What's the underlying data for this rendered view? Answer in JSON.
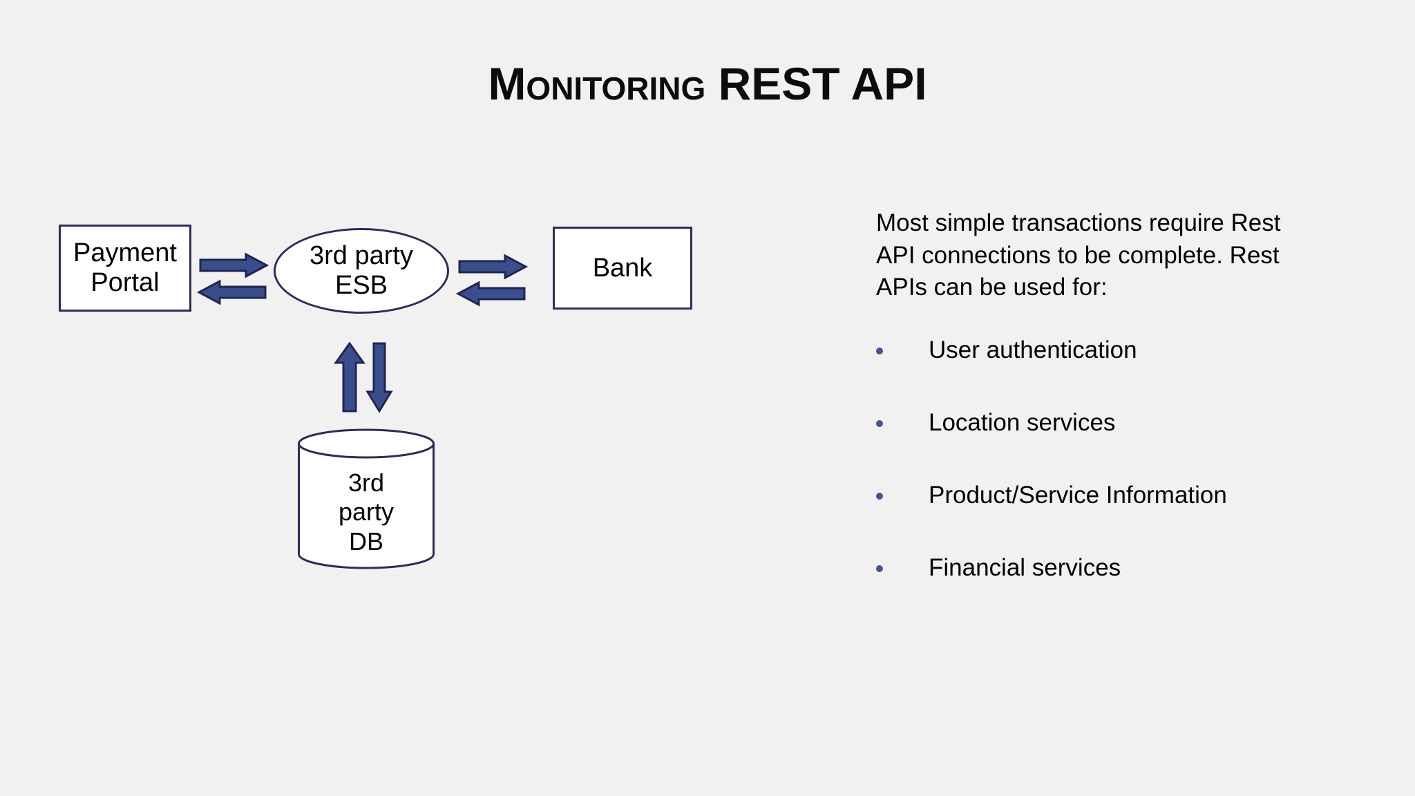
{
  "slide": {
    "background_color": "#f1f1f2",
    "title": {
      "lead": "Monitoring",
      "rest": " REST API"
    }
  },
  "diagram": {
    "accent_color": "#3b4e8c",
    "outline_color": "#2b2f55",
    "nodes": {
      "payment_portal": {
        "line1": "Payment",
        "line2": "Portal",
        "shape": "rectangle"
      },
      "esb": {
        "line1": "3rd party",
        "line2": "ESB",
        "shape": "ellipse"
      },
      "bank": {
        "label": "Bank",
        "shape": "rectangle"
      },
      "database": {
        "line1": "3rd",
        "line2": "party",
        "line3": "DB",
        "shape": "cylinder"
      }
    },
    "arrows": [
      {
        "name": "portal-to-esb",
        "direction": "right"
      },
      {
        "name": "esb-to-portal",
        "direction": "left"
      },
      {
        "name": "esb-to-bank",
        "direction": "right"
      },
      {
        "name": "bank-to-esb",
        "direction": "left"
      },
      {
        "name": "db-to-esb",
        "direction": "up"
      },
      {
        "name": "esb-to-db",
        "direction": "down"
      }
    ]
  },
  "content": {
    "intro": "Most simple transactions require Rest API connections to be complete. Rest APIs can be used for:",
    "bullets": [
      {
        "label": "User authentication"
      },
      {
        "label": "Location services"
      },
      {
        "label": "Product/Service Information"
      },
      {
        "label": "Financial services"
      }
    ],
    "bullet_color": "#44548f"
  }
}
